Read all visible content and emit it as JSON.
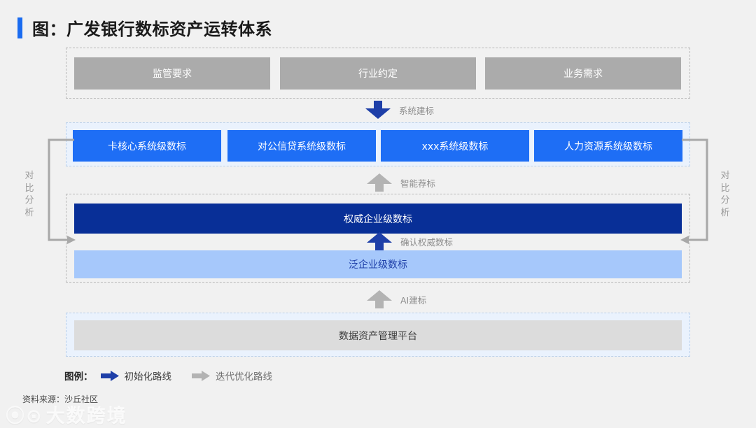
{
  "header": {
    "title": "图：广发银行数标资产运转体系",
    "accent_color": "#1a6bf0"
  },
  "colors": {
    "page_background": "#f1f1f1",
    "gray_box": "#ababab",
    "bright_blue_box": "#1e6ef5",
    "navy_box": "#082f97",
    "light_blue_box": "#a6c8fb",
    "light_gray_box": "#dcdcdc",
    "tinted_band": "#eaf2fd",
    "blue_arrow": "#1e3fa8",
    "gray_arrow": "#b3b3b3"
  },
  "bands": [
    {
      "name": "drivers",
      "tinted": false,
      "boxes": [
        {
          "label": "监管要求",
          "style": "gray"
        },
        {
          "label": "行业约定",
          "style": "gray"
        },
        {
          "label": "业务需求",
          "style": "gray"
        }
      ]
    },
    {
      "name": "system-level",
      "tinted": true,
      "boxes": [
        {
          "label": "卡核心系统级数标",
          "style": "blue"
        },
        {
          "label": "对公信贷系统级数标",
          "style": "blue"
        },
        {
          "label": "xxx系统级数标",
          "style": "blue"
        },
        {
          "label": "人力资源系统级数标",
          "style": "blue"
        }
      ]
    },
    {
      "name": "enterprise-level",
      "tinted": false,
      "boxes": [
        {
          "label": "权威企业级数标",
          "style": "navy"
        },
        {
          "label": "泛企业级数标",
          "style": "light-blue"
        }
      ]
    },
    {
      "name": "platform",
      "tinted": true,
      "boxes": [
        {
          "label": "数据资产管理平台",
          "style": "light-gray"
        }
      ]
    }
  ],
  "flows": [
    {
      "label": "系统建标",
      "direction": "down",
      "color": "blue"
    },
    {
      "label": "智能荐标",
      "direction": "up",
      "color": "gray"
    },
    {
      "label": "确认权威数标",
      "direction": "up",
      "color": "blue"
    },
    {
      "label": "AI建标",
      "direction": "up",
      "color": "gray"
    }
  ],
  "side_brackets": {
    "left_label": "对比分析",
    "right_label": "对比分析"
  },
  "legend": {
    "title": "图例：",
    "items": [
      {
        "label": "初始化路线",
        "color": "blue"
      },
      {
        "label": "迭代优化路线",
        "color": "gray"
      }
    ]
  },
  "footer": {
    "source": "资料来源：沙丘社区",
    "watermark": "大数跨境"
  }
}
